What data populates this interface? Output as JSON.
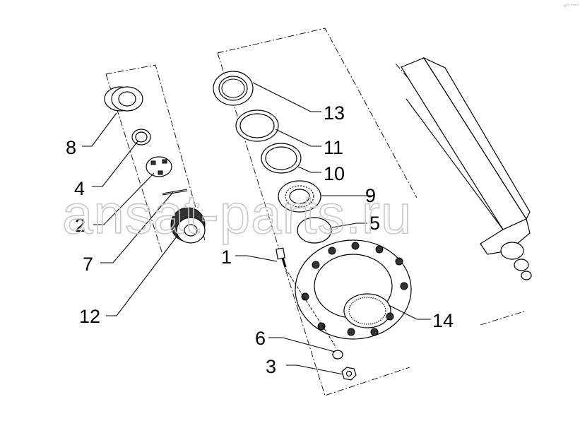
{
  "corner_mark": "s³³ ᵐᵐᵐ",
  "watermark": "ansat-parts.ru",
  "callouts": {
    "c1": "1",
    "c2": "2",
    "c3": "3",
    "c4": "4",
    "c5": "5",
    "c6": "6",
    "c7": "7",
    "c8": "8",
    "c9": "9",
    "c10": "10",
    "c11": "11",
    "c12": "12",
    "c13": "13",
    "c14": "14"
  }
}
